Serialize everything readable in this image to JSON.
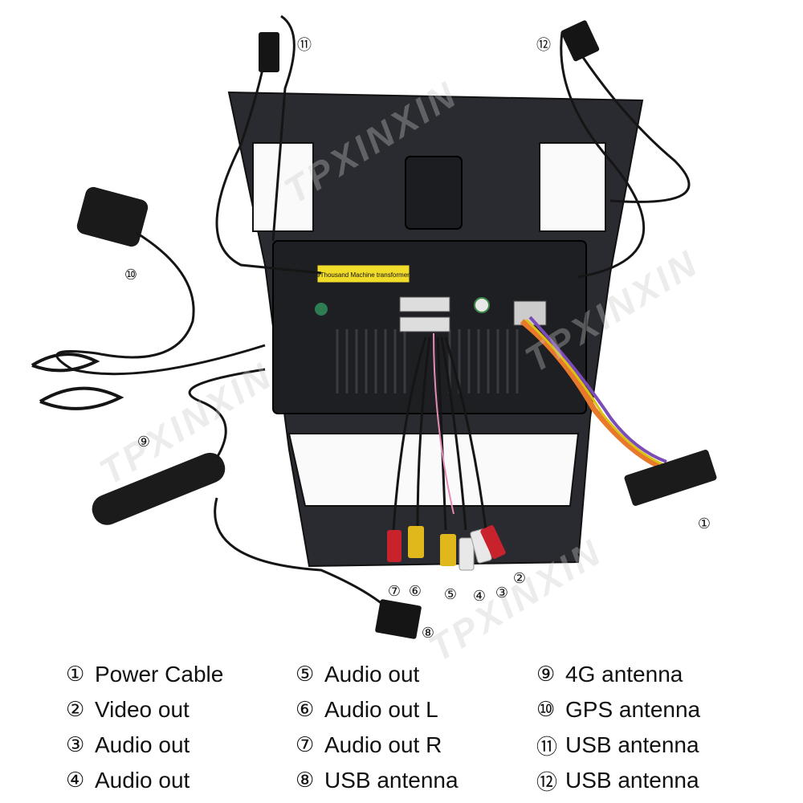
{
  "watermark": "TPXINXIN",
  "sticker": {
    "line1": "9Thousand Machine transformer"
  },
  "callouts": {
    "c1": "①",
    "c2": "②",
    "c3": "③",
    "c4": "④",
    "c5": "⑤",
    "c6": "⑥",
    "c7": "⑦",
    "c8": "⑧",
    "c9": "⑨",
    "c10": "⑩",
    "c11": "⑪",
    "c12": "⑫"
  },
  "legend": {
    "col1": [
      {
        "num": "①",
        "label": "Power Cable"
      },
      {
        "num": "②",
        "label": "Video out"
      },
      {
        "num": "③",
        "label": "Audio out"
      },
      {
        "num": "④",
        "label": "Audio out"
      }
    ],
    "col2": [
      {
        "num": "⑤",
        "label": "Audio out"
      },
      {
        "num": "⑥",
        "label": "Audio out L"
      },
      {
        "num": "⑦",
        "label": "Audio out R"
      },
      {
        "num": "⑧",
        "label": "USB antenna"
      }
    ],
    "col3": [
      {
        "num": "⑨",
        "label": "4G antenna"
      },
      {
        "num": "⑩",
        "label": "GPS antenna"
      },
      {
        "num": "⑪",
        "label": "USB antenna"
      },
      {
        "num": "⑫",
        "label": "USB antenna"
      }
    ]
  },
  "colors": {
    "frame": "#26272b",
    "plug_red": "#c8232c",
    "plug_yellow": "#e0b81c",
    "plug_white": "#e8e8e8",
    "sticker": "#f2dc2a",
    "wire_orange": "#e8782a",
    "wire_purple": "#7b4bb8"
  }
}
